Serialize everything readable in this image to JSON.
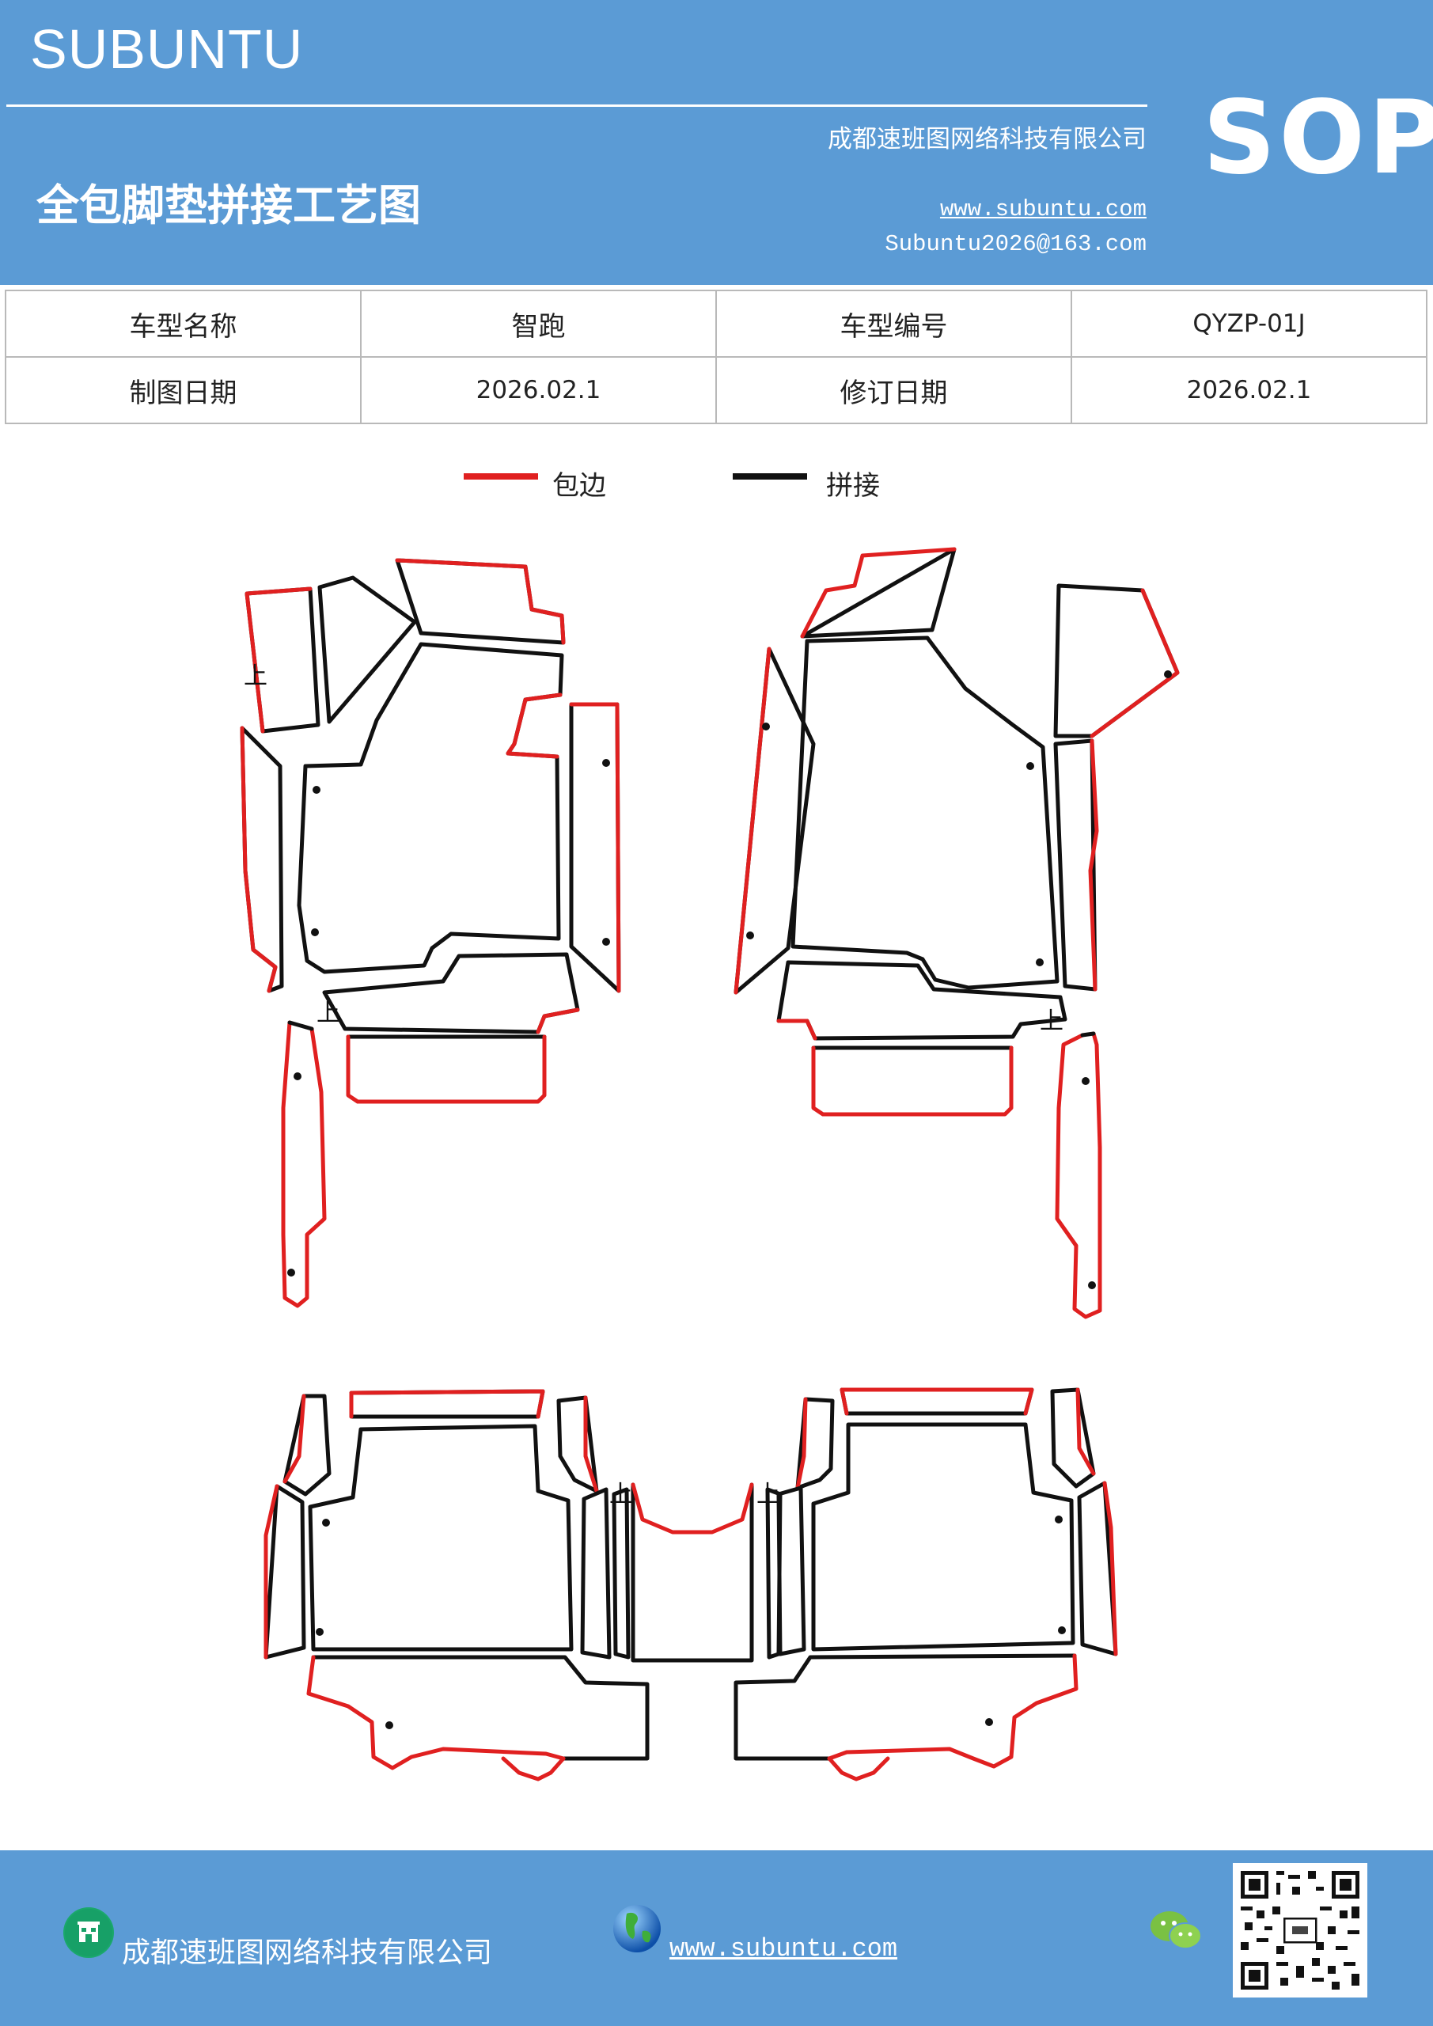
{
  "header": {
    "brand": "SUBUNTU",
    "company": "成都速班图网络科技有限公司",
    "title": "全包脚垫拼接工艺图",
    "website": "www.subuntu.com",
    "email": "Subuntu2026@163.com",
    "badge": "SOP"
  },
  "info": {
    "model_name_label": "车型名称",
    "model_name_value": "智跑",
    "model_code_label": "车型编号",
    "model_code_value": "QYZP-01J",
    "draw_date_label": "制图日期",
    "draw_date_value": "2026.02.1",
    "revise_date_label": "修订日期",
    "revise_date_value": "2026.02.1"
  },
  "legend": {
    "edge_label": "包边",
    "edge_color": "#e02020",
    "join_label": "拼接",
    "join_color": "#111111"
  },
  "diagram": {
    "direction_mark": "上"
  },
  "footer": {
    "company": "成都速班图网络科技有限公司",
    "website": "www.subuntu.com",
    "icons": [
      "building-icon",
      "globe-icon",
      "wechat-icon",
      "qr-code"
    ]
  }
}
